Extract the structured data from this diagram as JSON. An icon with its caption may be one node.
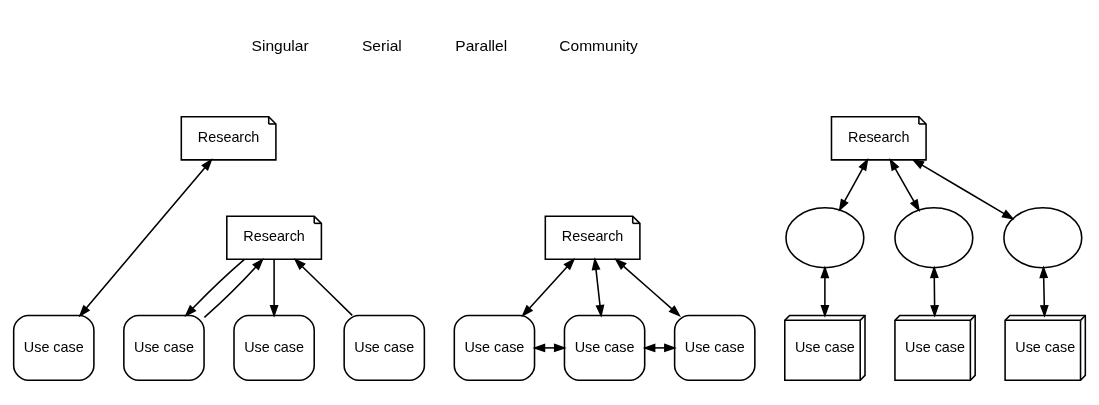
{
  "diagram": {
    "nodes": [
      {
        "text": [
          "Research"
        ]
      },
      {
        "text": [
          "Use case"
        ]
      },
      {
        "text": [
          "Research"
        ]
      },
      {
        "text": [
          "Use case"
        ]
      },
      {
        "text": [
          "Use case"
        ]
      },
      {
        "text": [
          "Use case"
        ]
      },
      {
        "text": [
          "Research"
        ]
      },
      {
        "text": [
          "Use case"
        ]
      },
      {
        "text": [
          "Use case"
        ]
      },
      {
        "text": [
          "Use case"
        ]
      },
      {
        "text": [
          "Research"
        ]
      },
      {
        "text": [],
        "shape": "cloud"
      },
      {
        "text": [],
        "shape": "cloud"
      },
      {
        "text": [],
        "shape": "cloud"
      },
      {
        "text": [
          "Use case"
        ]
      },
      {
        "text": [
          "Use case"
        ]
      },
      {
        "text": [
          "Use case"
        ]
      }
    ],
    "edges": [
      {
        "from": 0,
        "to": 1,
        "arrow": "both"
      },
      {
        "from": 3,
        "to": 2,
        "arrow": "to"
      },
      {
        "from": 2,
        "to": 4,
        "arrow": "to"
      },
      {
        "from": 4,
        "to": 2,
        "arrow": "to"
      },
      {
        "from": 2,
        "to": 5,
        "arrow": "to"
      },
      {
        "from": 6,
        "to": 7,
        "arrow": "both"
      },
      {
        "from": 6,
        "to": 8,
        "arrow": "both"
      },
      {
        "from": 6,
        "to": 9,
        "arrow": "both"
      },
      {
        "from": 7,
        "to": 8,
        "arrow": "both"
      },
      {
        "from": 8,
        "to": 9,
        "arrow": "both"
      },
      {
        "from": 10,
        "to": 11,
        "arrow": "both"
      },
      {
        "from": 10,
        "to": 12,
        "arrow": "both"
      },
      {
        "from": 10,
        "to": 13,
        "arrow": "both"
      },
      {
        "from": 11,
        "to": 14,
        "arrow": "both"
      },
      {
        "from": 12,
        "to": 15,
        "arrow": "both"
      },
      {
        "from": 13,
        "to": 16,
        "arrow": "both"
      }
    ],
    "labels": [
      "Singular",
      "Serial",
      "Parallel",
      "Community"
    ]
  }
}
